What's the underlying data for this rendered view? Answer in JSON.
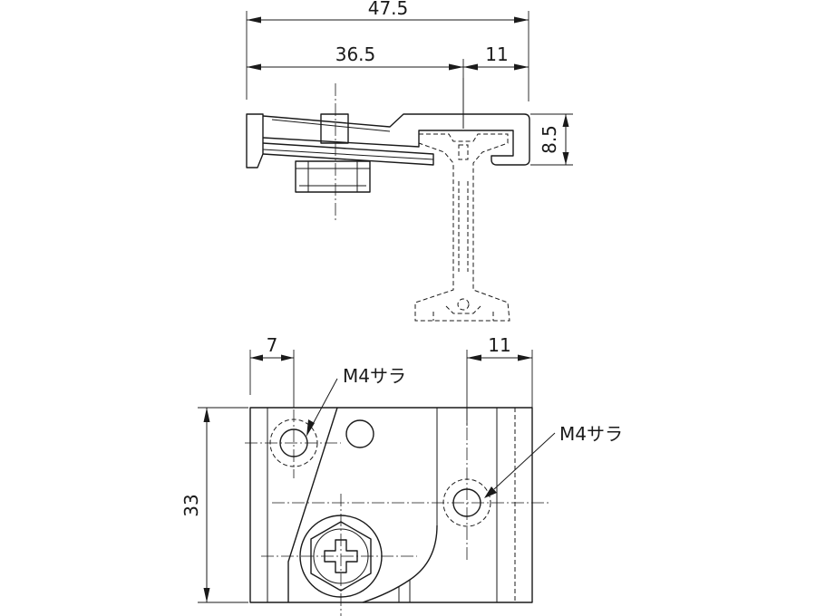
{
  "dimensions": {
    "overall_width": "47.5",
    "width_to_center": "36.5",
    "right_offset_top": "11",
    "height_side": "8.5",
    "hole_offset_left": "7",
    "hole_offset_right": "11",
    "base_height": "33"
  },
  "callouts": {
    "hole_left": "M4サラ",
    "hole_right": "M4サラ"
  }
}
